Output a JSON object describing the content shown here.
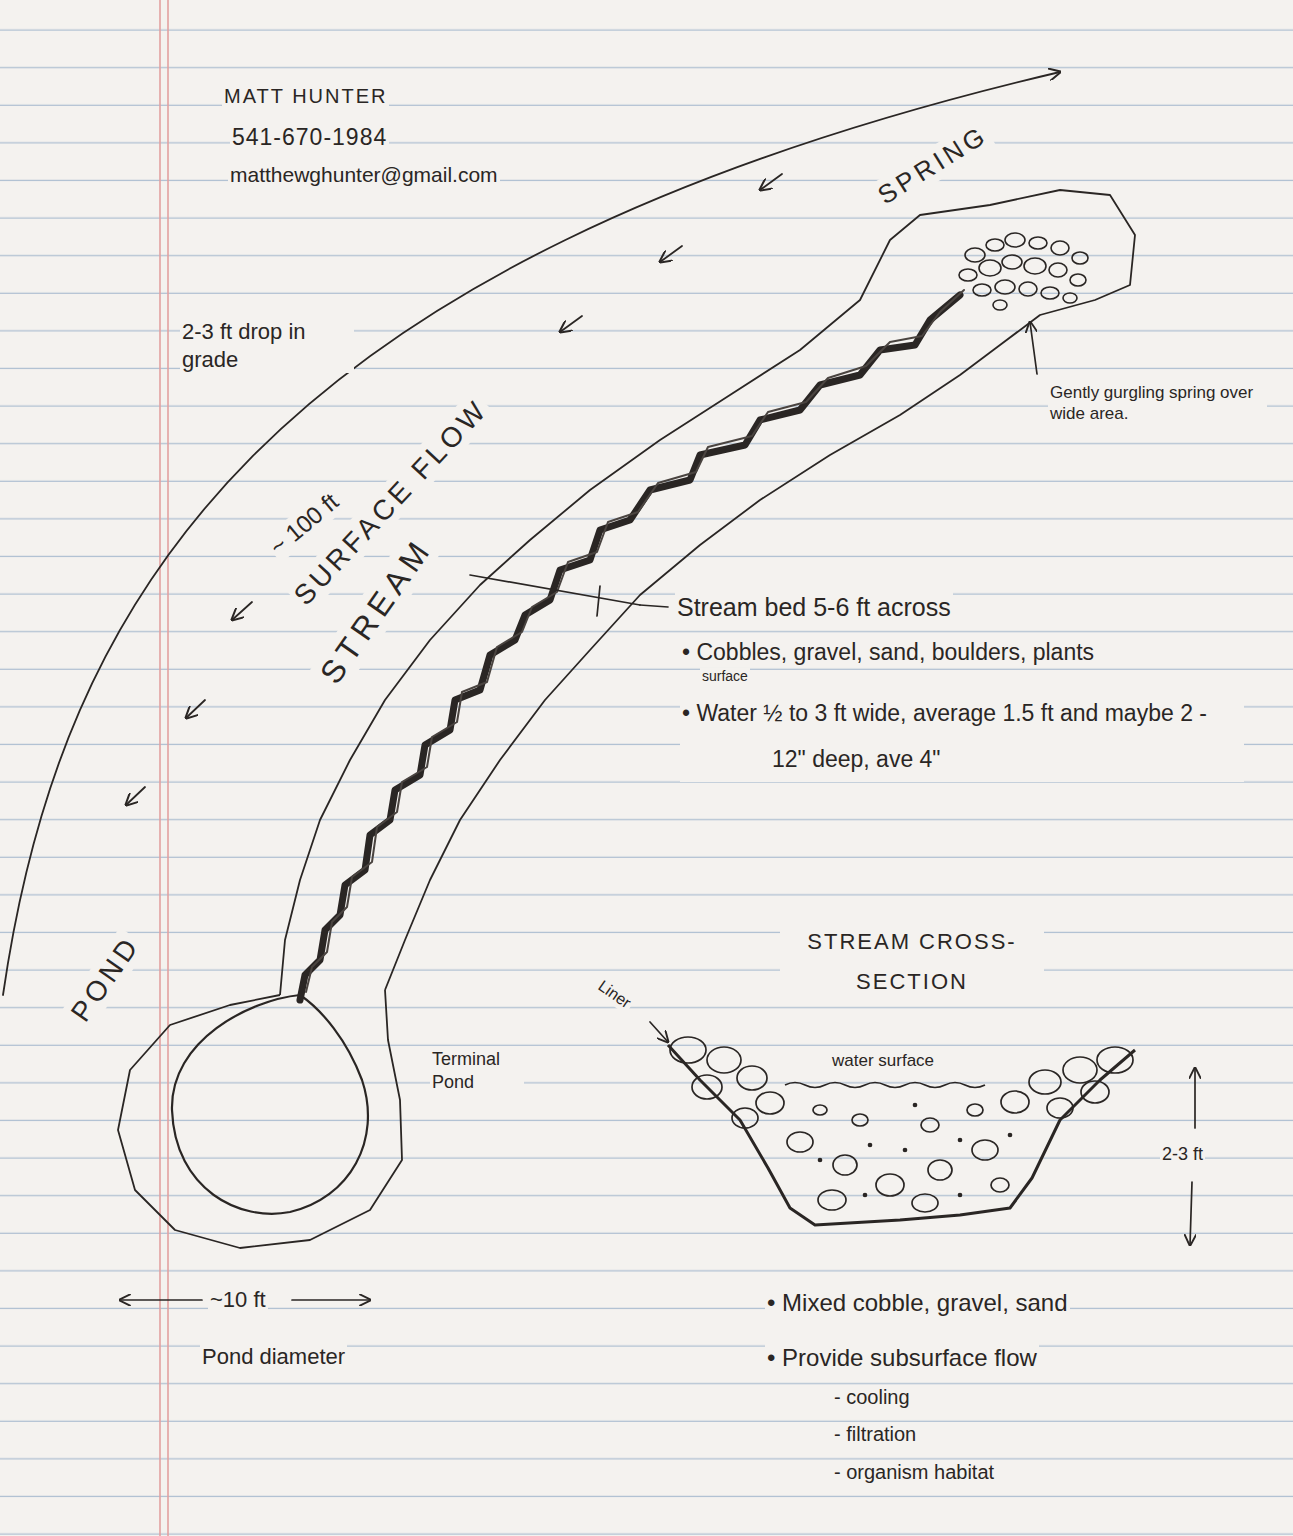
{
  "diagram": {
    "labels": [
      "MATT HUNTER",
      "541-670-1984",
      "matthewghunter@gmail.com",
      "SPRING",
      "Gently gurgling spring over wide area.",
      "2-3 ft drop in grade",
      "~ 100 ft",
      "SURFACE FLOW",
      "STREAM",
      "Stream bed 5-6 ft across",
      "• Cobbles, gravel, sand, boulders, plants",
      "surface",
      "• Water ½ to 3 ft wide, average 1.5 ft and maybe 2 - 12\" deep, ave 4\"",
      "POND",
      "Terminal Pond",
      "~10 ft",
      "Pond diameter",
      "STREAM CROSS-SECTION",
      "Liner",
      "water surface",
      "2-3 ft",
      "• Mixed cobble, gravel, sand",
      "• Provide subsurface flow",
      "- cooling",
      "- filtration",
      "- organism habitat"
    ]
  }
}
